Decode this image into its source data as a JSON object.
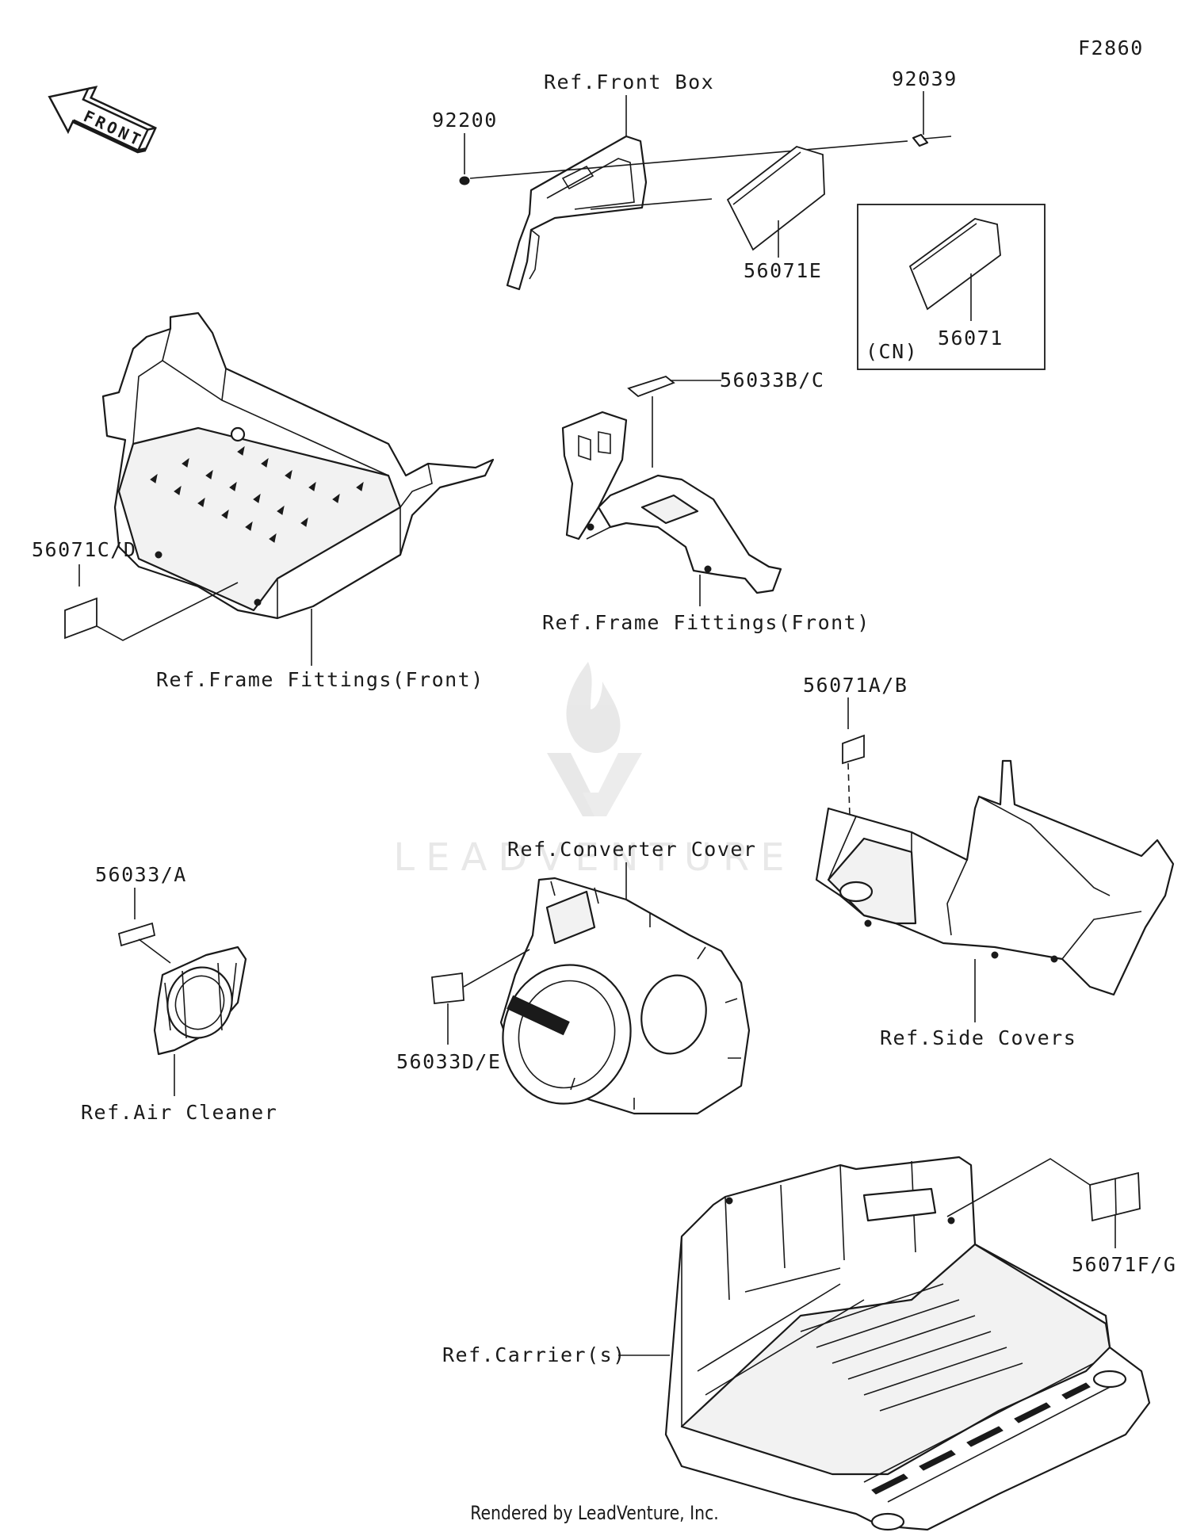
{
  "figure_code": "F2860",
  "front_arrow": {
    "label": "FRONT",
    "icon": "front-direction-arrow-icon"
  },
  "watermark": "LEADVENTURE",
  "labels": {
    "ref_front_box": "Ref.Front Box",
    "p92039": "92039",
    "p92200": "92200",
    "p56071E": "56071E",
    "cn_box_tag": "(CN)",
    "p56071": "56071",
    "p56033BC": "56033B/C",
    "p56071CD": "56071C/D",
    "ref_frame_fittings_front_1": "Ref.Frame Fittings(Front)",
    "ref_frame_fittings_front_2": "Ref.Frame Fittings(Front)",
    "p56071AB": "56071A/B",
    "p56033A": "56033/A",
    "ref_converter_cover": "Ref.Converter Cover",
    "ref_side_covers": "Ref.Side Covers",
    "ref_air_cleaner": "Ref.Air Cleaner",
    "p56033DE": "56033D/E",
    "p56071FG": "56071F/G",
    "ref_carriers": "Ref.Carrier(s)"
  },
  "footer": "Rendered by LeadVenture, Inc."
}
